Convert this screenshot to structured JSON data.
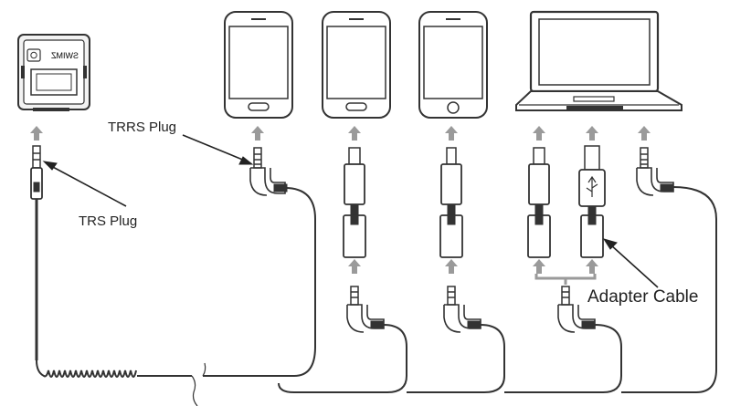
{
  "labels": {
    "trrs_plug": "TRRS Plug",
    "trs_plug": "TRS Plug",
    "adapter_cable": "Adapter Cable",
    "brand": "SWIMZ"
  },
  "devices": [
    "receiver",
    "android-phone-usb-c",
    "android-phone-micro-usb",
    "iphone",
    "laptop"
  ],
  "colors": {
    "line": "#333333",
    "arrow": "#9a9a9a",
    "screen": "#ffffff",
    "body": "#f4f4f4"
  }
}
